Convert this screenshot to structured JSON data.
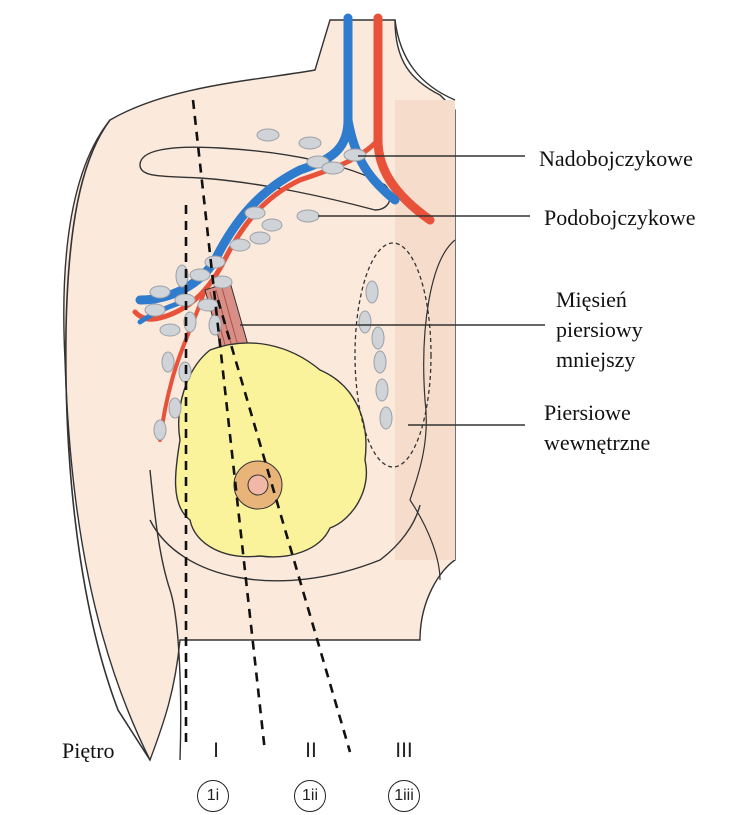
{
  "labels": {
    "supraclavicular": "Nadobojczykowe",
    "infraclavicular": "Podobojczykowe",
    "pectoralis_minor": [
      "Mięsień",
      "piersiowy",
      "mniejszy"
    ],
    "internal_mammary": [
      "Piersiowe",
      "wewnętrzne"
    ]
  },
  "levels": {
    "title": "Piętro",
    "names": [
      "I",
      "II",
      "III"
    ],
    "badges": [
      "1i",
      "1ii",
      "1iii"
    ]
  },
  "colors": {
    "skin": "#fbe9dc",
    "skin_shadow": "#f3d6c2",
    "breast": "#fbf39b",
    "artery": "#e8523a",
    "vein": "#2f7ccf",
    "lymph_node": "#d0d4d9",
    "muscle": "#d98f86",
    "areola": "#e9b47a",
    "nipple": "#f1b8a8"
  }
}
